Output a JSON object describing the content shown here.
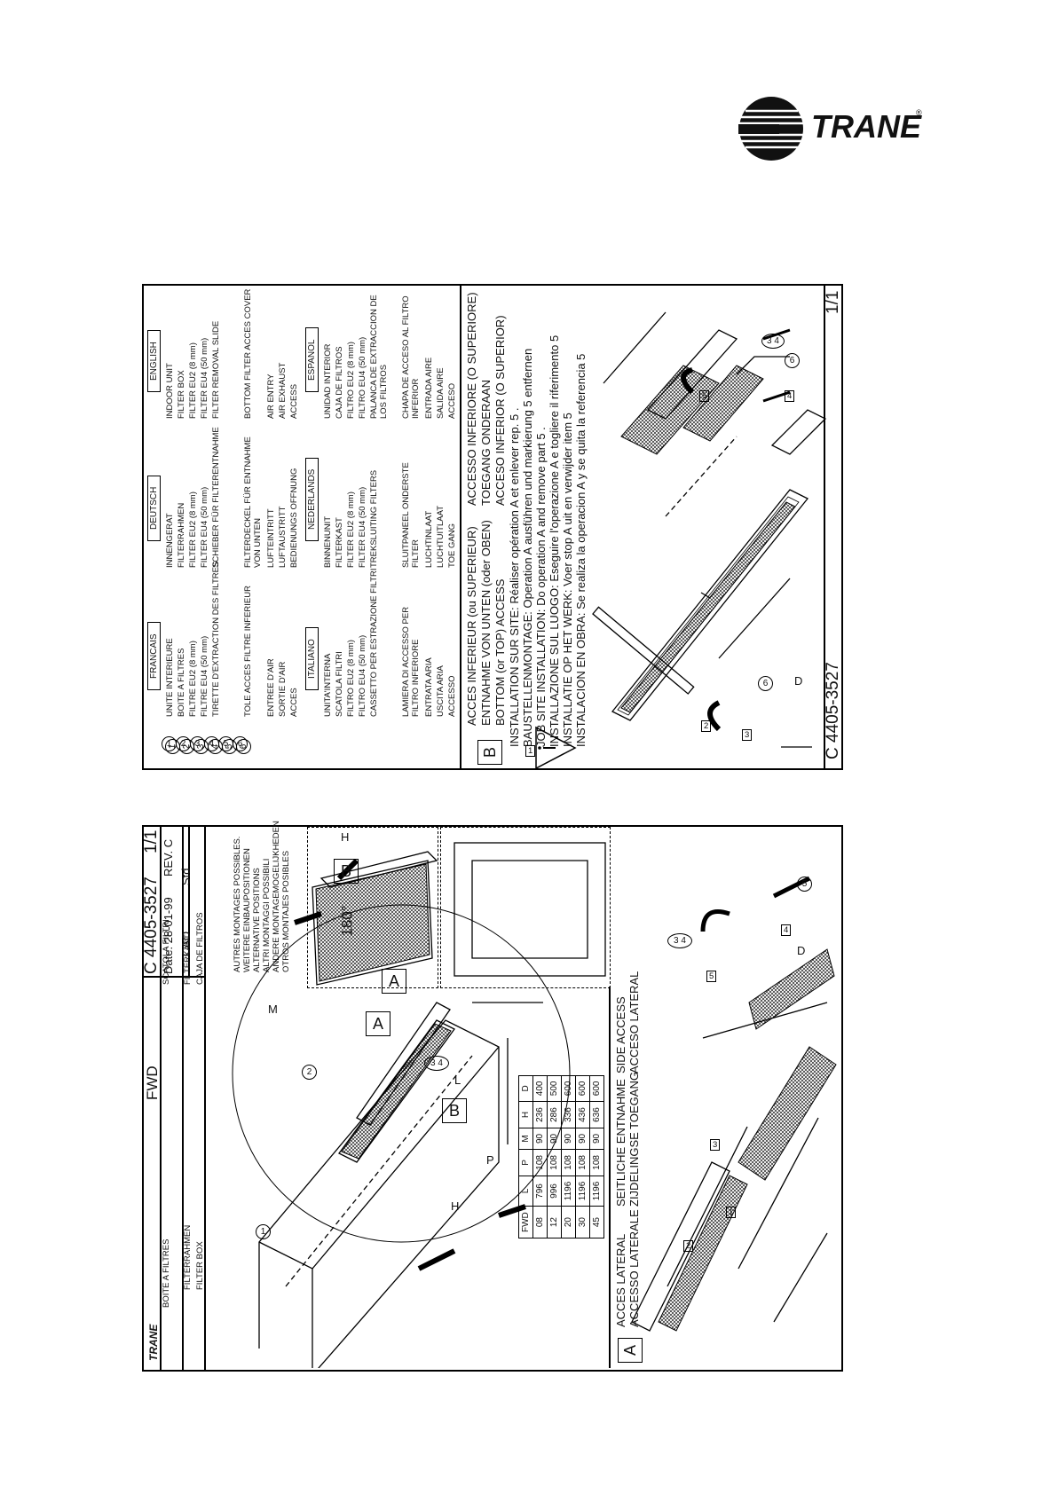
{
  "brand": {
    "name": "TRANE",
    "reg": "®"
  },
  "left_sheet": {
    "logo_text": "TRANE",
    "drawing_no": "C 4405-3527",
    "sheet": "1/1",
    "date": "Date: 28-01-99",
    "rev": "REV. C",
    "cao": "CAO",
    "std": "Std",
    "model": "FWD",
    "titles_left": [
      "BOITE A FILTRES",
      "FILTERRAHMEN",
      "FILTER BOX"
    ],
    "titles_right": [
      "SCATOLA FILTRI",
      "FILTERKAST",
      "CAJA DE FILTROS"
    ],
    "positions_note": [
      "AUTRES MONTAGES POSSIBLES.",
      "WEITERE EINBAUPOSITIONEN",
      "ALTERNATIVE POSITIONS",
      "ALTRI MONTAGGI POSSIBILI",
      "ANDERE MONTAGEMOGELIJKHEDEN",
      "OTROS MONTAJES POSIBLES"
    ],
    "rotation": "180°",
    "labels": {
      "a": "A",
      "b": "B",
      "l": "L",
      "m": "M",
      "h": "H",
      "p": "P",
      "d": "D",
      "n1": "1",
      "n2": "2",
      "n34": "3 4",
      "n5": "5"
    },
    "table": {
      "headers": [
        "FWD",
        "L",
        "P",
        "M",
        "H",
        "D"
      ],
      "rows": [
        [
          "08",
          "796",
          "108",
          "90",
          "236",
          "400"
        ],
        [
          "12",
          "996",
          "108",
          "90",
          "286",
          "500"
        ],
        [
          "20",
          "1196",
          "108",
          "90",
          "336",
          "600"
        ],
        [
          "30",
          "1196",
          "108",
          "90",
          "436",
          "600"
        ],
        [
          "45",
          "1196",
          "108",
          "90",
          "636",
          "600"
        ]
      ]
    },
    "side_access": {
      "marker": "A",
      "left": [
        "ACCES LATERAL",
        "ACCESSO LATERALE"
      ],
      "mid": [
        "SEITLICHE ENTNAHME",
        "ZIJDELINGSE TOEGANG"
      ],
      "right": [
        "SIDE ACCESS",
        "ACCESO LATERAL"
      ],
      "steps": [
        "1",
        "2",
        "3",
        "4",
        "5"
      ]
    }
  },
  "right_sheet": {
    "legend_nums": [
      "1",
      "2",
      "3",
      "4",
      "5",
      "6"
    ],
    "languages": {
      "fr": {
        "head": "FRANCAIS",
        "items": [
          "UNITE INTERIEURE",
          "BOITE A FILTRES",
          "FILTRE EU2 (8 mm)",
          "FILTRE EU4 (50 mm)",
          "TIRETTE D'EXTRACTION DES FILTRES",
          "TOLE ACCES FILTRE INFERIEUR",
          "ENTREE D'AIR",
          "SORTIE D'AIR",
          "ACCES"
        ]
      },
      "de": {
        "head": "DEUTSCH",
        "items": [
          "INNENGERAT",
          "FILTERRAHMEN",
          "FILTER EU2 (8 mm)",
          "FILTER EU4 (50 mm)",
          "SCHIEBER FÜR FILTERENTNAHME",
          "FILTERDECKEL FÜR ENTNAHME VON UNTEN",
          "LUFTEINTRITT",
          "LUFTAUSTRITT",
          "BEDIENUNGS OFFNUNG"
        ]
      },
      "en": {
        "head": "ENGLISH",
        "items": [
          "INDOOR UNIT",
          "FILTER BOX",
          "FILTER EU2 (8 mm)",
          "FILTER EU4 (50 mm)",
          "FILTER REMOVAL SLIDE",
          "BOTTOM FILTER ACCES COVER",
          "AIR ENTRY",
          "AIR EXHAUST",
          "ACCESS"
        ]
      },
      "it": {
        "head": "ITALIANO",
        "items": [
          "UNITA'INTERNA",
          "SCATOLA FILTRI",
          "FILTRO EU2 (8 mm)",
          "FILTRO EU4 (50 mm)",
          "CASSETTO PER ESTRAZIONE FILTRI",
          "LAMIERA DI ACCESSO PER FILTRO INFERIORE",
          "ENTRATA ARIA",
          "USCITA ARIA",
          "ACCESSO"
        ]
      },
      "nl": {
        "head": "NEDERLANDS",
        "items": [
          "BINNENUNIT",
          "FILTERKAST",
          "FILTER EU2 (8 mm)",
          "FILTER EU4 (50 mm)",
          "TREKSLUITING FILTERS",
          "SLUITPANEEL ONDERSTE FILTER",
          "LUCHTINLAAT",
          "LUCHTUITLAAT",
          "TOE GANG"
        ]
      },
      "es": {
        "head": "ESPANOL",
        "items": [
          "UNIDAD INTERIOR",
          "CAJA DE FILTROS",
          "FILTRO EU2 (8 mm)",
          "FILTRO EU4 (50 mm)",
          "PALANCA DE EXTRACCION DE LOS FILTROS",
          "CHAPA DE ACCESO AL FILTRO INFERIOR",
          "ENTRADA AIRE",
          "SALIDA AIRE",
          "ACCESO"
        ]
      }
    },
    "access": {
      "marker": "B",
      "left": [
        "ACCES INFERIEUR (ou SUPERIEUR)",
        "ENTNAHME VON UNTEN (oder OBEN)",
        "BOTTOM (or TOP) ACCESS"
      ],
      "right": [
        "ACCESSO INFERIORE (O SUPERIORE)",
        "TOEGANG ONDERAAN",
        "ACCESO INFERIOR (O SUPERIOR)"
      ]
    },
    "install": [
      "INSTALLATION SUR SITE: Réaliser opération  A  et enlever rep. 5 .",
      "BAUSTELLENMONTAGE: Operation  A  ausführen und markierung 5 entfernen",
      "JOB SITE INSTALLATION: Do operation  A  and remove part 5 .",
      "INSTALLAZIONE SUL LUOGO: Eseguire l'operazione  A  e togliere il riferimento 5",
      "INSTALLATIE OP HET WERK: Voer stop  A  uit en verwijder item 5",
      "INSTALACION EN OBRA: Se realiza la operacion  A  y se quita la referencia 5"
    ],
    "labels": {
      "d": "D",
      "n6": "6",
      "n34": "3 4",
      "s1": "1",
      "s2": "2",
      "s3": "3",
      "s4": "4",
      "s5": "5"
    },
    "footer_no": "C 4405-3527",
    "footer_sheet": "1/1"
  }
}
